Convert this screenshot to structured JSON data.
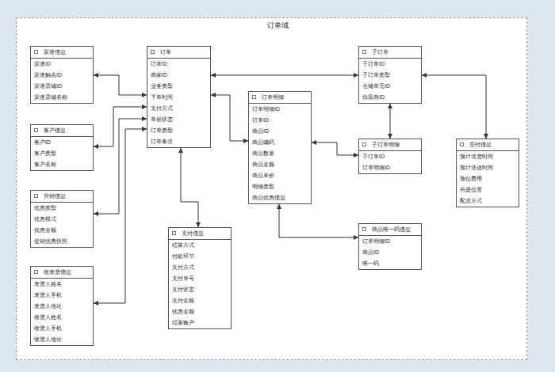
{
  "diagram": {
    "title": "订单域",
    "nodes": [
      {
        "text": [
          "渠道信息",
          "渠道ID",
          "渠道触点ID",
          "渠道店铺ID",
          "渠道店铺名称"
        ]
      },
      {
        "text": [
          "客户信息",
          "客户ID",
          "客户类型",
          "客户名称"
        ]
      },
      {
        "text": [
          "营销信息",
          "优惠类型",
          "优惠模式",
          "优惠金额",
          "促销优惠快照"
        ]
      },
      {
        "text": [
          "收发货信息",
          "发货人姓名",
          "发货人手机",
          "发货人地址",
          "收货人姓名",
          "收货人手机",
          "收货人地址"
        ]
      },
      {
        "text": [
          "订单",
          "订单ID",
          "商家ID",
          "业务类型",
          "下单时间",
          "支付方式",
          "单据状态",
          "订单类型",
          "订单备注"
        ]
      },
      {
        "text": [
          "支付信息",
          "结算方式",
          "付款环节",
          "支付方式",
          "支付单号",
          "支付状态",
          "支付金额",
          "优惠金额",
          "结算账户"
        ]
      },
      {
        "text": [
          "订单明细",
          "订单明细ID",
          "订单ID",
          "商品ID",
          "商品编码",
          "商品数量",
          "商品金额",
          "商品单价",
          "明细类型",
          "商品优惠信息"
        ]
      },
      {
        "text": [
          "子订单",
          "子订单ID",
          "子订单类型",
          "仓储单元ID",
          "供应商ID"
        ]
      },
      {
        "text": [
          "子订单明细",
          "子订单ID",
          "订单明细ID"
        ]
      },
      {
        "text": [
          "交付信息",
          "预计送货时间",
          "预计送达时间",
          "预估费用",
          "自提位置",
          "配送方式"
        ]
      },
      {
        "text": [
          "商品唯一码信息",
          "订单明细ID",
          "商品ID",
          "唯一码"
        ]
      }
    ],
    "edges": [
      {
        "from": 0,
        "to": 4,
        "arrow": "both"
      },
      {
        "from": 1,
        "to": 4,
        "arrow": "both"
      },
      {
        "from": 2,
        "to": 4,
        "arrow": "both"
      },
      {
        "from": 3,
        "to": 4,
        "arrow": "both"
      },
      {
        "from": 4,
        "to": 5,
        "arrow": "both"
      },
      {
        "from": 4,
        "to": 7,
        "arrow": "both"
      },
      {
        "from": 4,
        "to": 6,
        "arrow": "both"
      },
      {
        "from": 7,
        "to": 8,
        "arrow": "both"
      },
      {
        "from": 7,
        "to": 9,
        "arrow": "both"
      },
      {
        "from": 6,
        "to": 8,
        "arrow": "both"
      },
      {
        "from": 6,
        "to": 10,
        "arrow": "both"
      }
    ]
  }
}
